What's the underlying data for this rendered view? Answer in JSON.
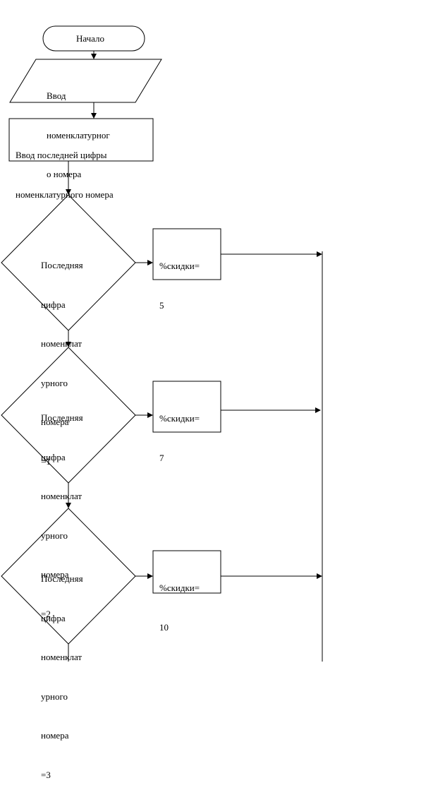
{
  "nodes": {
    "start": {
      "text": "Начало"
    },
    "input_number": {
      "lines": [
        "Ввод",
        "номенклатурног",
        "о номера"
      ]
    },
    "input_last_digit": {
      "lines": [
        "Ввод последней цифры",
        "номенклатурного номера"
      ]
    },
    "decision_1": {
      "lines": [
        "Последняя",
        "цифра",
        "номенклат",
        "урного",
        "номера",
        "=1"
      ]
    },
    "discount_1": {
      "lines": [
        "%скидки=",
        "5"
      ]
    },
    "decision_2": {
      "lines": [
        "Последняя",
        "цифра",
        "номенклат",
        "урного",
        "номера",
        "=2"
      ]
    },
    "discount_2": {
      "lines": [
        "%скидки=",
        "7"
      ]
    },
    "decision_3": {
      "lines": [
        "Последняя",
        "цифра",
        "номенклат",
        "урного",
        "номера",
        "=3"
      ]
    },
    "discount_3": {
      "lines": [
        "%скидки=",
        "10"
      ]
    }
  },
  "colors": {
    "stroke": "#000000",
    "background": "#ffffff"
  }
}
